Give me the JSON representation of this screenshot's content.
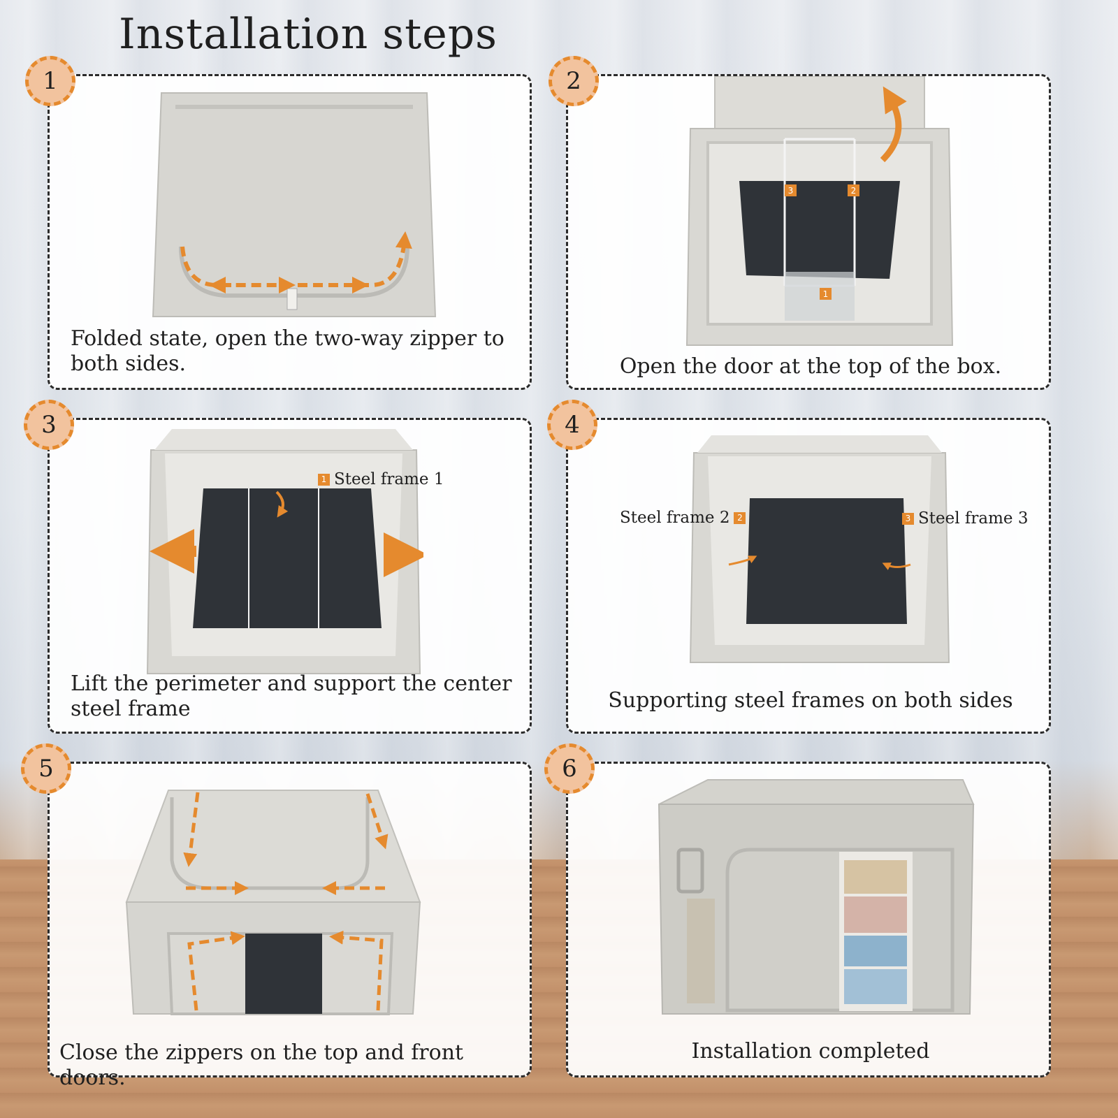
{
  "title": "Installation steps",
  "colors": {
    "accent": "#e58a2e",
    "badge_fill": "#f2c39e",
    "box_fabric": "#d9d8d3",
    "liner": "#2f3338",
    "panel_border": "#2b2b2b"
  },
  "steps": [
    {
      "number": "1",
      "caption": "Folded state, open the two-way zipper to both sides."
    },
    {
      "number": "2",
      "caption": "Open the door at the top of the box.",
      "markers": [
        "3",
        "2",
        "1"
      ]
    },
    {
      "number": "3",
      "caption": "Lift the perimeter and support the center steel frame",
      "frame_label": {
        "marker": "1",
        "text": "Steel frame 1"
      }
    },
    {
      "number": "4",
      "caption": "Supporting steel frames on both sides",
      "frame_labels": [
        {
          "marker": "2",
          "text": "Steel frame 2"
        },
        {
          "marker": "3",
          "text": "Steel frame 3"
        }
      ]
    },
    {
      "number": "5",
      "caption": "Close the zippers on the top and front doors."
    },
    {
      "number": "6",
      "caption": "Installation completed"
    }
  ]
}
